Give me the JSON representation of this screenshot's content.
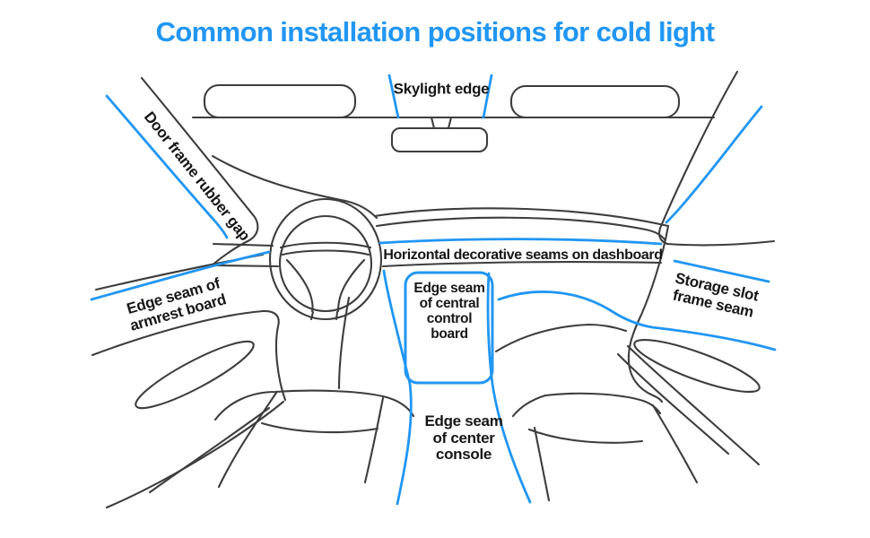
{
  "title": "Common installation positions for cold light",
  "colors": {
    "accent_blue": "#2196f3",
    "outline_dark": "#3d3d3d",
    "label_text": "#161616",
    "background": "#ffffff"
  },
  "labels": {
    "door_frame": "Door frame rubber gap",
    "skylight": "Skylight edge",
    "dashboard_seams": "Horizontal decorative seams on dashboard",
    "central_control": "Edge seam\nof central\ncontrol\nboard",
    "armrest": "Edge seam of\narmrest board",
    "storage_slot": "Storage slot\nframe seam",
    "center_console": "Edge seam\nof center\nconsole"
  }
}
